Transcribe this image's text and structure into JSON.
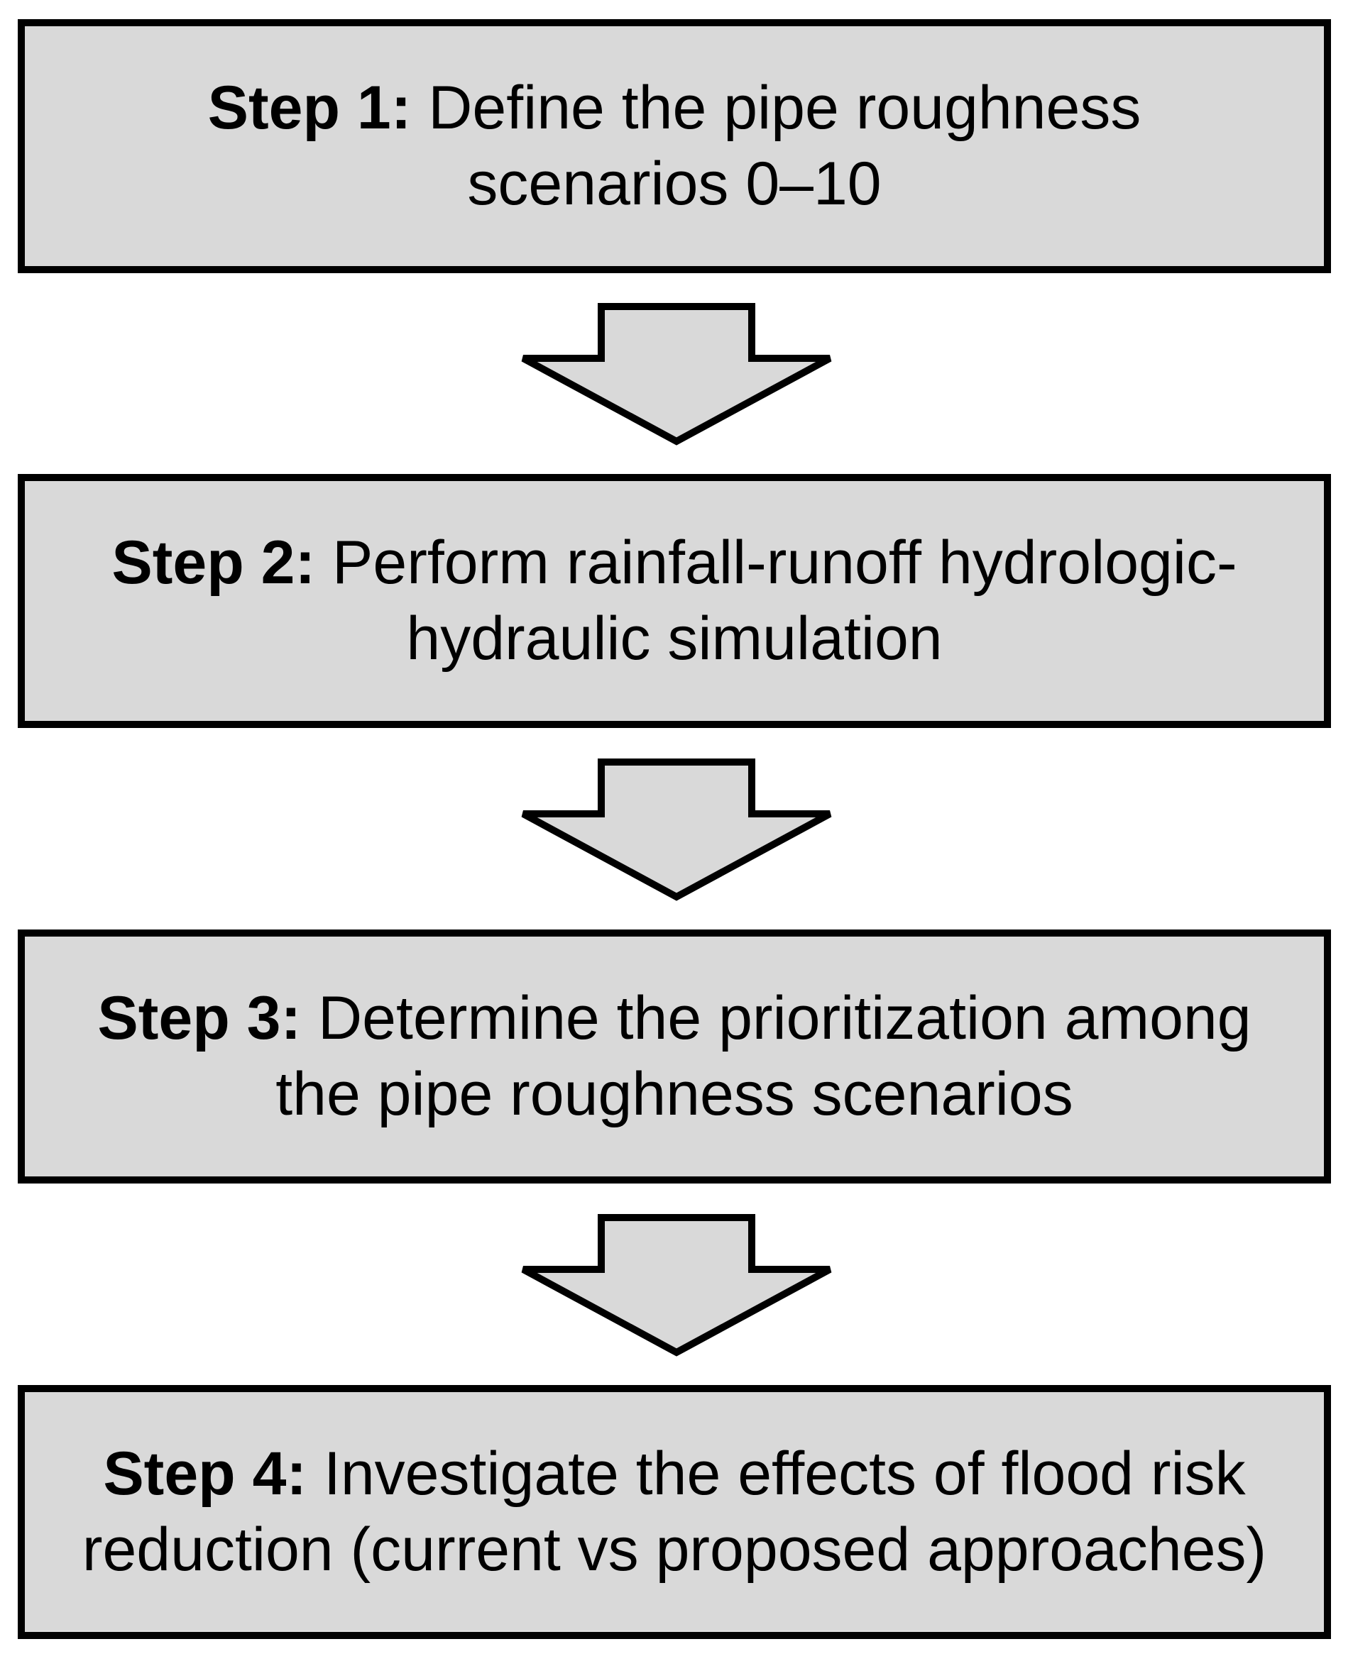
{
  "steps": [
    {
      "prefix": "Step 1:",
      "line1": "Define the pipe roughness",
      "line2": "scenarios 0–10"
    },
    {
      "prefix": "Step 2:",
      "line1": "Perform rainfall-runoff hydrologic-",
      "line2": "hydraulic simulation"
    },
    {
      "prefix": "Step 3:",
      "line1": "Determine the prioritization among",
      "line2": "the pipe roughness scenarios"
    },
    {
      "prefix": "Step 4:",
      "line1": "Investigate the effects of flood risk",
      "line2": "reduction (current vs proposed approaches)"
    }
  ],
  "colors": {
    "box_fill": "#d9d9d9",
    "arrow_fill": "#d9d9d9",
    "stroke": "#000000"
  }
}
